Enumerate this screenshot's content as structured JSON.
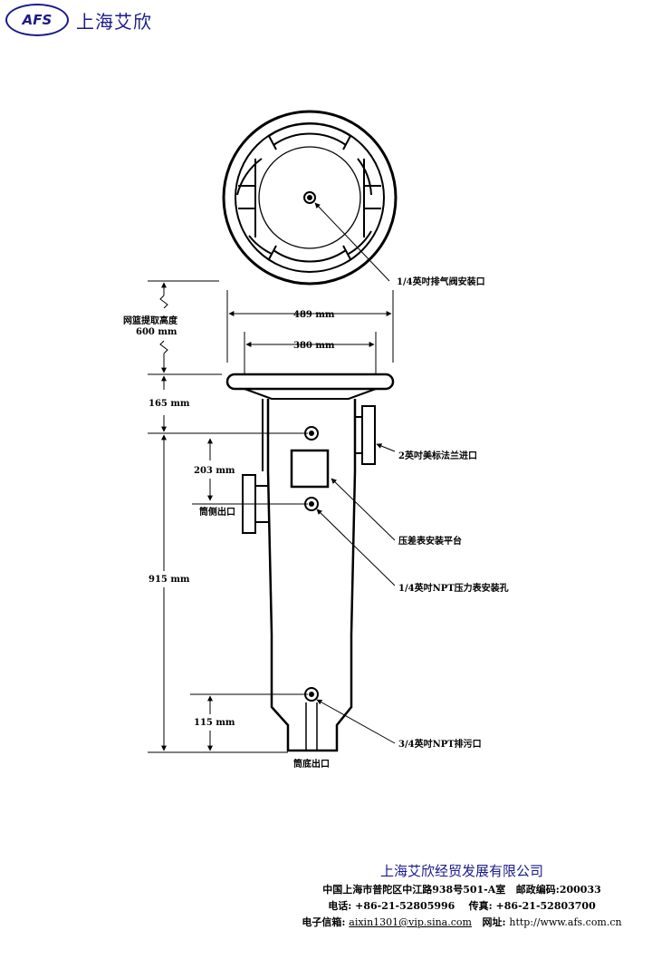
{
  "header": {
    "logo_text": "AFS",
    "brand": "上海艾欣"
  },
  "diagram": {
    "labels": {
      "vent_port": "1/4英吋排气阀安装口",
      "basket_height": "网篮提取高度",
      "basket_height_value": "600 mm",
      "dim_489": "489 mm",
      "dim_380": "380 mm",
      "dim_165": "165 mm",
      "inlet": "2英吋美标法兰进口",
      "dim_203": "203 mm",
      "side_outlet": "筒侧出口",
      "gauge_platform": "压差表安装平台",
      "gauge_hole": "1/4英吋NPT压力表安装孔",
      "dim_915": "915 mm",
      "dim_115": "115 mm",
      "drain": "3/4英吋NPT排污口",
      "bottom_outlet": "筒底出口"
    }
  },
  "footer": {
    "company": "上海艾欣经贸发展有限公司",
    "address": "中国上海市普陀区中江路938号501-A室",
    "postcode": "邮政编码:200033",
    "phone": "电话: +86-21-52805996",
    "fax": "传真: +86-21-52803700",
    "email_label": "电子信箱:",
    "email": "aixin1301@vip.sina.com",
    "web_label": "网址:",
    "web": "http://www.afs.com.cn"
  }
}
